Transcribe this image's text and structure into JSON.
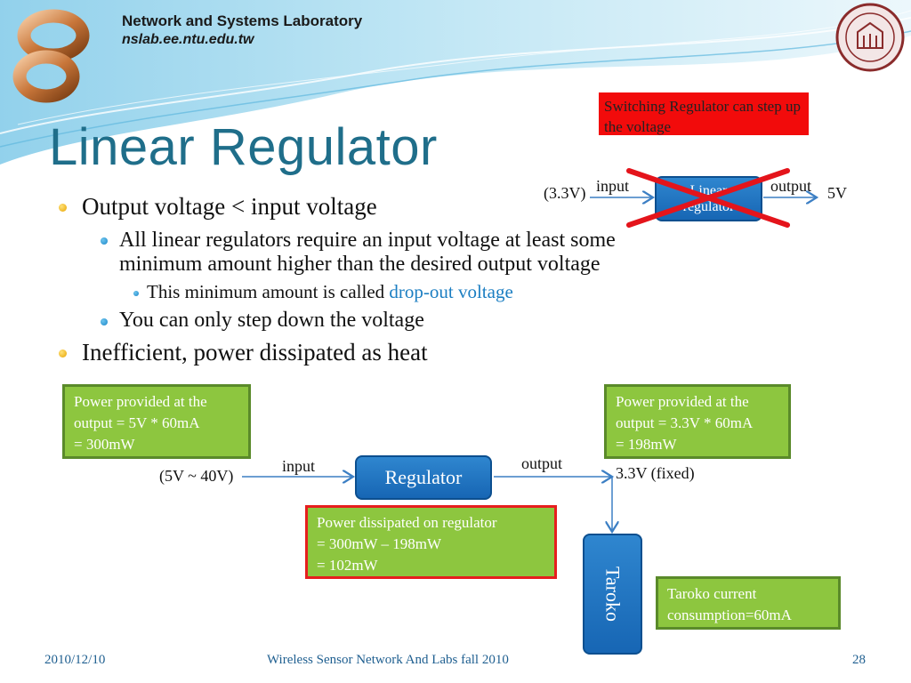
{
  "header": {
    "lab_name": "Network and Systems Laboratory",
    "lab_url": "nslab.ee.ntu.edu.tw"
  },
  "title": "Linear Regulator",
  "bullets": {
    "l1_a": "Output voltage < input voltage",
    "l2_a_line1": "All linear regulators require an input voltage at least some",
    "l2_a_line2": "minimum amount higher than the desired output voltage",
    "l3_a_prefix": "This minimum amount is called ",
    "l3_a_highlight": "drop-out voltage",
    "l2_b": "You can only step down the voltage",
    "l1_b": "Inefficient, power dissipated as heat"
  },
  "top_diagram": {
    "note": "Switching Regulator can step up the voltage",
    "input_voltage": "(3.3V)",
    "input_label": "input",
    "box_line1": "Linear",
    "box_line2": "regulator",
    "output_label": "output",
    "output_voltage": "5V"
  },
  "bottom_diagram": {
    "power_in_note": "Power provided at the output = 5V * 60mA = 300mW",
    "power_in_lines": [
      "Power provided at the",
      "output = 5V * 60mA",
      "= 300mW"
    ],
    "power_out_lines": [
      "Power provided at the",
      "output = 3.3V * 60mA",
      "= 198mW"
    ],
    "dissipated_lines": [
      "Power dissipated on regulator",
      "= 300mW – 198mW",
      "= 102mW"
    ],
    "consumption_lines": [
      "Taroko current",
      "consumption=60mA"
    ],
    "input_range": "(5V ~ 40V)",
    "input_label": "input",
    "regulator_label": "Regulator",
    "output_label": "output",
    "output_voltage": "3.3V (fixed)",
    "device_label": "Taroko"
  },
  "footer": {
    "date": "2010/12/10",
    "course": "Wireless Sensor Network And Labs fall 2010",
    "page": "28"
  },
  "colors": {
    "title": "#1f6e8a",
    "green_box": "#8dc63f",
    "red_note": "#f20b0b",
    "regulator_blue": "#1b6fbf",
    "cross_red": "#e4141b"
  }
}
